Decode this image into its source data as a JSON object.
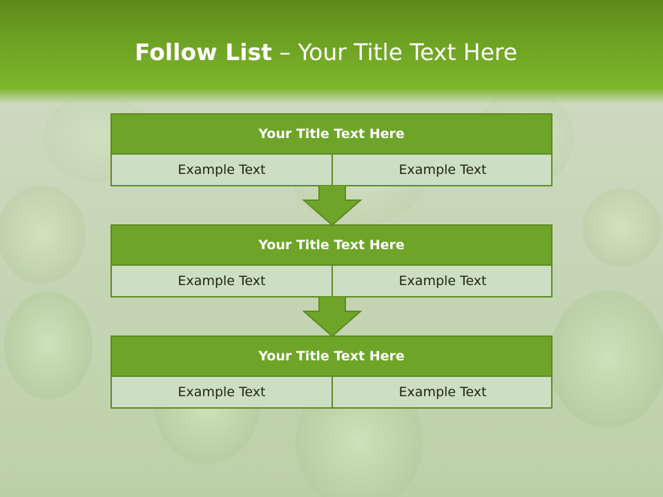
{
  "slide": {
    "title_bold": "Follow List",
    "title_rest": " – Your Title Text Here",
    "colors": {
      "header": "#6fa424",
      "block_title": "#6ea528",
      "block_border": "#5e8a22",
      "cell_bg": "#cddfc2"
    },
    "blocks": [
      {
        "title": "Your Title Text Here",
        "left": "Example Text",
        "right": "Example Text"
      },
      {
        "title": "Your Title Text Here",
        "left": "Example Text",
        "right": "Example Text"
      },
      {
        "title": "Your Title Text Here",
        "left": "Example Text",
        "right": "Example Text"
      }
    ]
  }
}
